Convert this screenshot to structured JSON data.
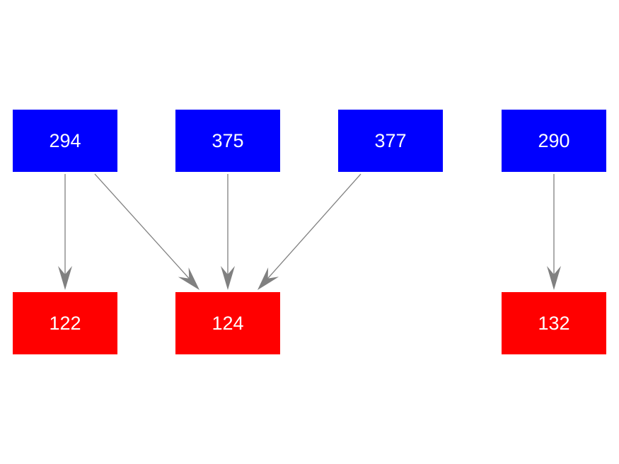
{
  "colors": {
    "source_node": "#0000ff",
    "target_node": "#ff0000",
    "edge": "#808080",
    "label": "#ffffff"
  },
  "nodes": [
    {
      "id": "294",
      "label": "294",
      "role": "source"
    },
    {
      "id": "375",
      "label": "375",
      "role": "source"
    },
    {
      "id": "377",
      "label": "377",
      "role": "source"
    },
    {
      "id": "290",
      "label": "290",
      "role": "source"
    },
    {
      "id": "122",
      "label": "122",
      "role": "target"
    },
    {
      "id": "124",
      "label": "124",
      "role": "target"
    },
    {
      "id": "132",
      "label": "132",
      "role": "target"
    }
  ],
  "edges": [
    {
      "from": "294",
      "to": "122"
    },
    {
      "from": "294",
      "to": "124"
    },
    {
      "from": "375",
      "to": "124"
    },
    {
      "from": "377",
      "to": "124"
    },
    {
      "from": "290",
      "to": "132"
    }
  ]
}
